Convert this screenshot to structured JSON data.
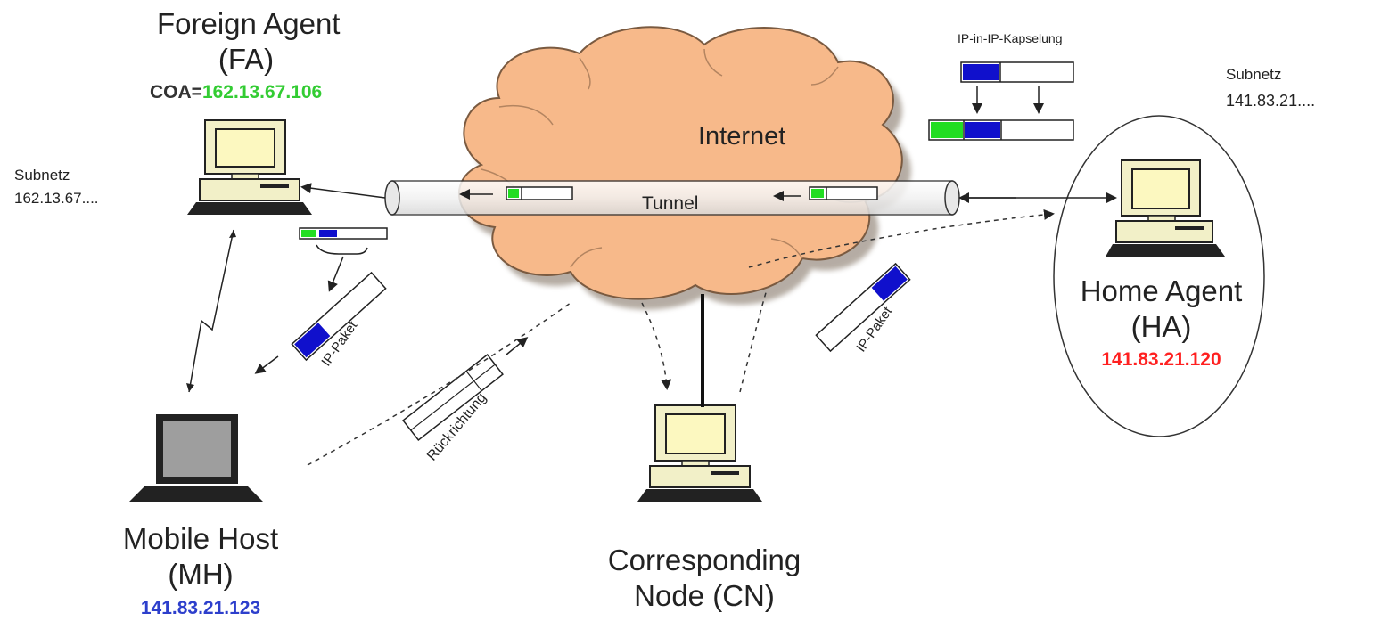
{
  "foreign_agent": {
    "name": "Foreign Agent",
    "abbr": "(FA)",
    "coa_prefix": "COA=",
    "coa_ip": "162.13.67.106",
    "coa_color": "#33cc33"
  },
  "subnet_fa": {
    "label": "Subnetz",
    "value": "162.13.67...."
  },
  "subnet_ha": {
    "label": "Subnetz",
    "value": "141.83.21...."
  },
  "home_agent": {
    "name": "Home Agent",
    "abbr": "(HA)",
    "ip": "141.83.21.120",
    "ip_color": "#ff2020"
  },
  "mobile_host": {
    "name": "Mobile Host",
    "abbr": "(MH)",
    "ip": "141.83.21.123",
    "ip_color": "#2d3fcc"
  },
  "corresponding_node": {
    "line1": "Corresponding",
    "line2": "Node (CN)"
  },
  "internet_label": "Internet",
  "tunnel_label": "Tunnel",
  "encapsulation_label": "IP-in-IP-Kapselung",
  "packet_label_left": "IP-Paket",
  "packet_label_right": "IP-Paket",
  "return_label": "Rückrichtung",
  "colors": {
    "cloud": "#f7b98a",
    "cloud_stroke": "#7a5a40",
    "header_green": "#22dd22",
    "header_blue": "#1010cc",
    "computer_body": "#f2f0c8",
    "screen": "#fcf8c0"
  }
}
